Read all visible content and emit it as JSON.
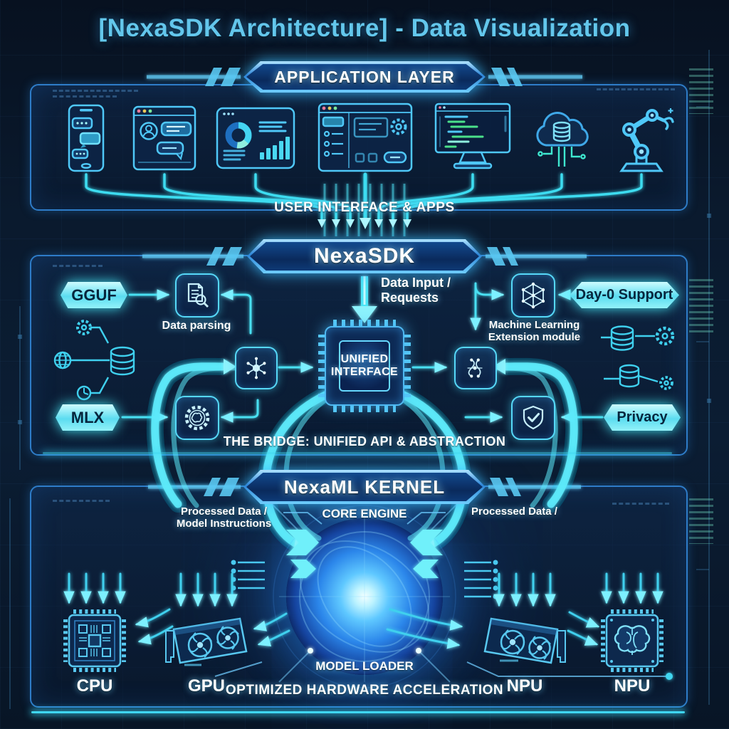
{
  "title": "[NexaSDK Architecture] - Data Visualization",
  "app_layer": {
    "banner": "APPLICATION LAYER",
    "caption": "USER INTERFACE & APPS",
    "device_icons": [
      "mobile-chat-app",
      "browser-profile-chat",
      "tablet-analytics-dashboard",
      "desktop-app-window",
      "monitor-code-editor",
      "cloud-database",
      "robot-arm"
    ]
  },
  "sdk_layer": {
    "banner": "NexaSDK",
    "input_label": "Data Input / Requests",
    "tag_gguf": "GGUF",
    "tag_day0": "Day-0 Support",
    "tag_mlx": "MLX",
    "tag_privacy": "Privacy",
    "module_data_parsing": "Data parsing",
    "module_ml_line1": "Machine Learning",
    "module_ml_line2": "Extension module",
    "chip_line1": "UNIFIED",
    "chip_line2": "INTERFACE",
    "caption": "THE BRIDGE: UNIFIED API & ABSTRACTION"
  },
  "kernel_layer": {
    "banner": "NexaML KERNEL",
    "core_label": "CORE ENGINE",
    "left_flow_line1": "Processed Data /",
    "left_flow_line2": "Model Instructions",
    "right_flow": "Processed Data /",
    "model_loader": "MODEL LOADER",
    "caption": "OPTIMIZED HARDWARE ACCELERATION",
    "hw_cpu": "CPU",
    "hw_gpu": "GPU",
    "hw_npu1": "NPU",
    "hw_npu2": "NPU"
  },
  "colors": {
    "background": "#0a1a2e",
    "panel_border": "#2e7cc8",
    "accent_cyan": "#3ee2f4",
    "accent_blue": "#2f8fe8",
    "tag_fill": "#7ff0f8",
    "title_text": "#63c7ec",
    "label_text": "#ffffff"
  }
}
